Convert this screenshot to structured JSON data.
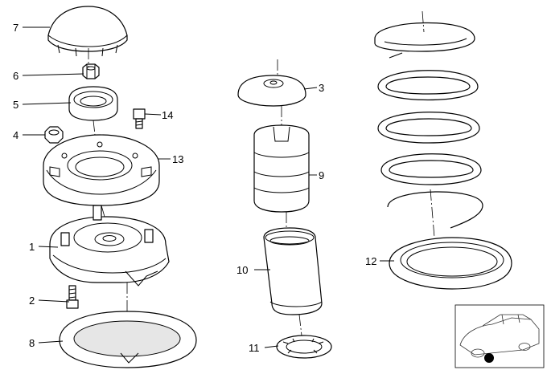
{
  "callouts": [
    "1",
    "2",
    "3",
    "4",
    "5",
    "6",
    "7",
    "8",
    "9",
    "10",
    "11",
    "12",
    "13",
    "14"
  ],
  "icons": {
    "vehicle_thumbnail": "car-outline-icon",
    "location_marker": "filled-dot-icon"
  }
}
